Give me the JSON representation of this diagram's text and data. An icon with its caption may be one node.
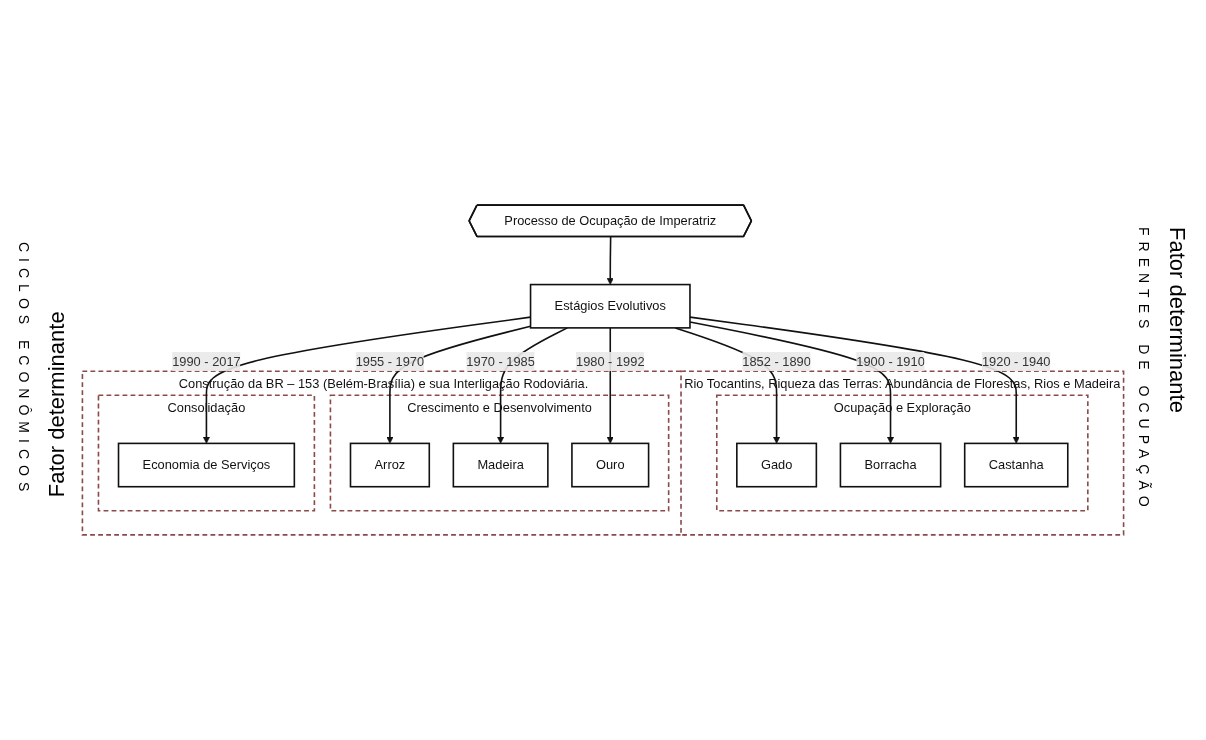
{
  "diagram": {
    "nodes": [
      {
        "text": [
          "Processo de Ocupação de Imperatriz"
        ]
      },
      {
        "text": [
          "Estágios Evolutivos"
        ]
      },
      {
        "text": [
          "Rio Tocantins, Riqueza das Terras: Abundância de Florestas, Rios e Madeira"
        ]
      },
      {
        "text": [
          "Ocupação e Exploração"
        ],
        "in": 2
      },
      {
        "text": [
          "Gado"
        ],
        "in": 3
      },
      {
        "text": [
          "Borracha"
        ],
        "in": 3
      },
      {
        "text": [
          "Castanha"
        ],
        "in": 3
      },
      {
        "text": [
          "Construção da BR – 153 (Belém-Brasília) e sua Interligação Rodoviária."
        ]
      },
      {
        "text": [
          "Crescimento e Desenvolvimento"
        ],
        "in": 7
      },
      {
        "text": [
          "Arroz"
        ],
        "in": 8
      },
      {
        "text": [
          "Madeira"
        ],
        "in": 8
      },
      {
        "text": [
          "Ouro"
        ],
        "in": 8
      },
      {
        "text": [
          "Consolidação"
        ],
        "in": 7
      },
      {
        "text": [
          "Economia de Serviços"
        ],
        "in": 12
      }
    ],
    "edges": [
      {
        "from": 0,
        "to": 1,
        "arrow": "to"
      },
      {
        "from": 1,
        "to": 4,
        "arrow": "to",
        "label": "1852 - 1890"
      },
      {
        "from": 1,
        "to": 5,
        "arrow": "to",
        "label": "1900 - 1910"
      },
      {
        "from": 1,
        "to": 6,
        "arrow": "to",
        "label": "1920 - 1940"
      },
      {
        "from": 1,
        "to": 9,
        "arrow": "to",
        "label": "1955 - 1970"
      },
      {
        "from": 1,
        "to": 10,
        "arrow": "to",
        "label": "1970 - 1985"
      },
      {
        "from": 1,
        "to": 11,
        "arrow": "to",
        "label": "1980 - 1992"
      },
      {
        "from": 1,
        "to": 13,
        "arrow": "to",
        "label": "1990 - 2017"
      }
    ],
    "labels": [
      "FRENTES DE OCUPAÇÃO",
      "CICLOS ECONÔMICOS",
      "Fator determinante",
      "Fator determinante"
    ]
  }
}
